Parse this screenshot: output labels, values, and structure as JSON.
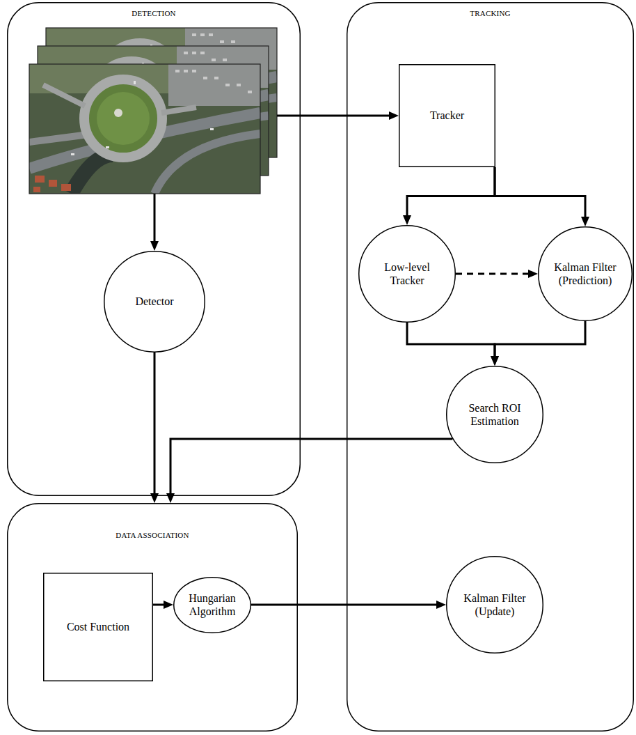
{
  "diagram": {
    "nodes": [
      {
        "text": [
          "DETECTION"
        ]
      },
      {
        "text": [
          "Detector"
        ],
        "in": 0
      },
      {
        "text": [
          "TRACKING"
        ]
      },
      {
        "text": [
          "Tracker"
        ],
        "in": 2
      },
      {
        "text": [
          "Low-level Tracker"
        ],
        "in": 2
      },
      {
        "text": [
          "Kalman Filter (Prediction)"
        ],
        "in": 2
      },
      {
        "text": [
          "Search ROI Estimation"
        ],
        "in": 2
      },
      {
        "text": [
          "Kalman Filter (Update)"
        ],
        "in": 2
      },
      {
        "text": [
          "DATA ASSOCIATION"
        ]
      },
      {
        "text": [
          "Cost Function"
        ],
        "in": 8
      },
      {
        "text": [
          "Hungarian Algorithm"
        ],
        "in": 8
      }
    ],
    "edges": [
      {
        "from": 3,
        "to": 4,
        "arrow": "to"
      },
      {
        "from": 3,
        "to": 5,
        "arrow": "to"
      },
      {
        "from": 4,
        "to": 5,
        "arrow": "to"
      },
      {
        "from": 4,
        "to": 6,
        "arrow": "to"
      },
      {
        "from": 5,
        "to": 6,
        "arrow": "to"
      },
      {
        "from": 1,
        "to": 8,
        "arrow": "to"
      },
      {
        "from": 6,
        "to": 8,
        "arrow": "to"
      },
      {
        "from": 9,
        "to": 10,
        "arrow": "to"
      },
      {
        "from": 10,
        "to": 7,
        "arrow": "to"
      }
    ]
  }
}
